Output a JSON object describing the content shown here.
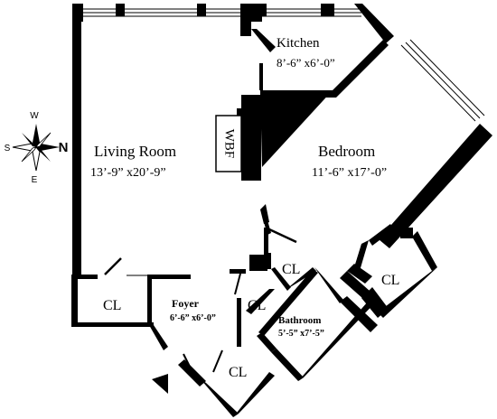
{
  "rooms": {
    "living_room": {
      "name": "Living Room",
      "dims": "13’-9” x20’-9”"
    },
    "kitchen": {
      "name": "Kitchen",
      "dims": "8’-6” x6’-0”"
    },
    "bedroom": {
      "name": "Bedroom",
      "dims": "11’-6” x17’-0”"
    },
    "foyer": {
      "name": "Foyer",
      "dims": "6’-6” x6’-0”"
    },
    "bathroom": {
      "name": "Bathroom",
      "dims": "5’-5” x7’-5”"
    }
  },
  "fireplace": {
    "label": "WBF"
  },
  "closets": {
    "living_closet": "CL",
    "center_closet": "CL",
    "foyer_closet": "CL",
    "bath_closet": "CL",
    "bedroom_closet": "CL"
  },
  "compass": {
    "north": "N",
    "south": "S",
    "east": "E",
    "west": "W"
  },
  "colors": {
    "wall": "#000000",
    "background": "#ffffff"
  }
}
